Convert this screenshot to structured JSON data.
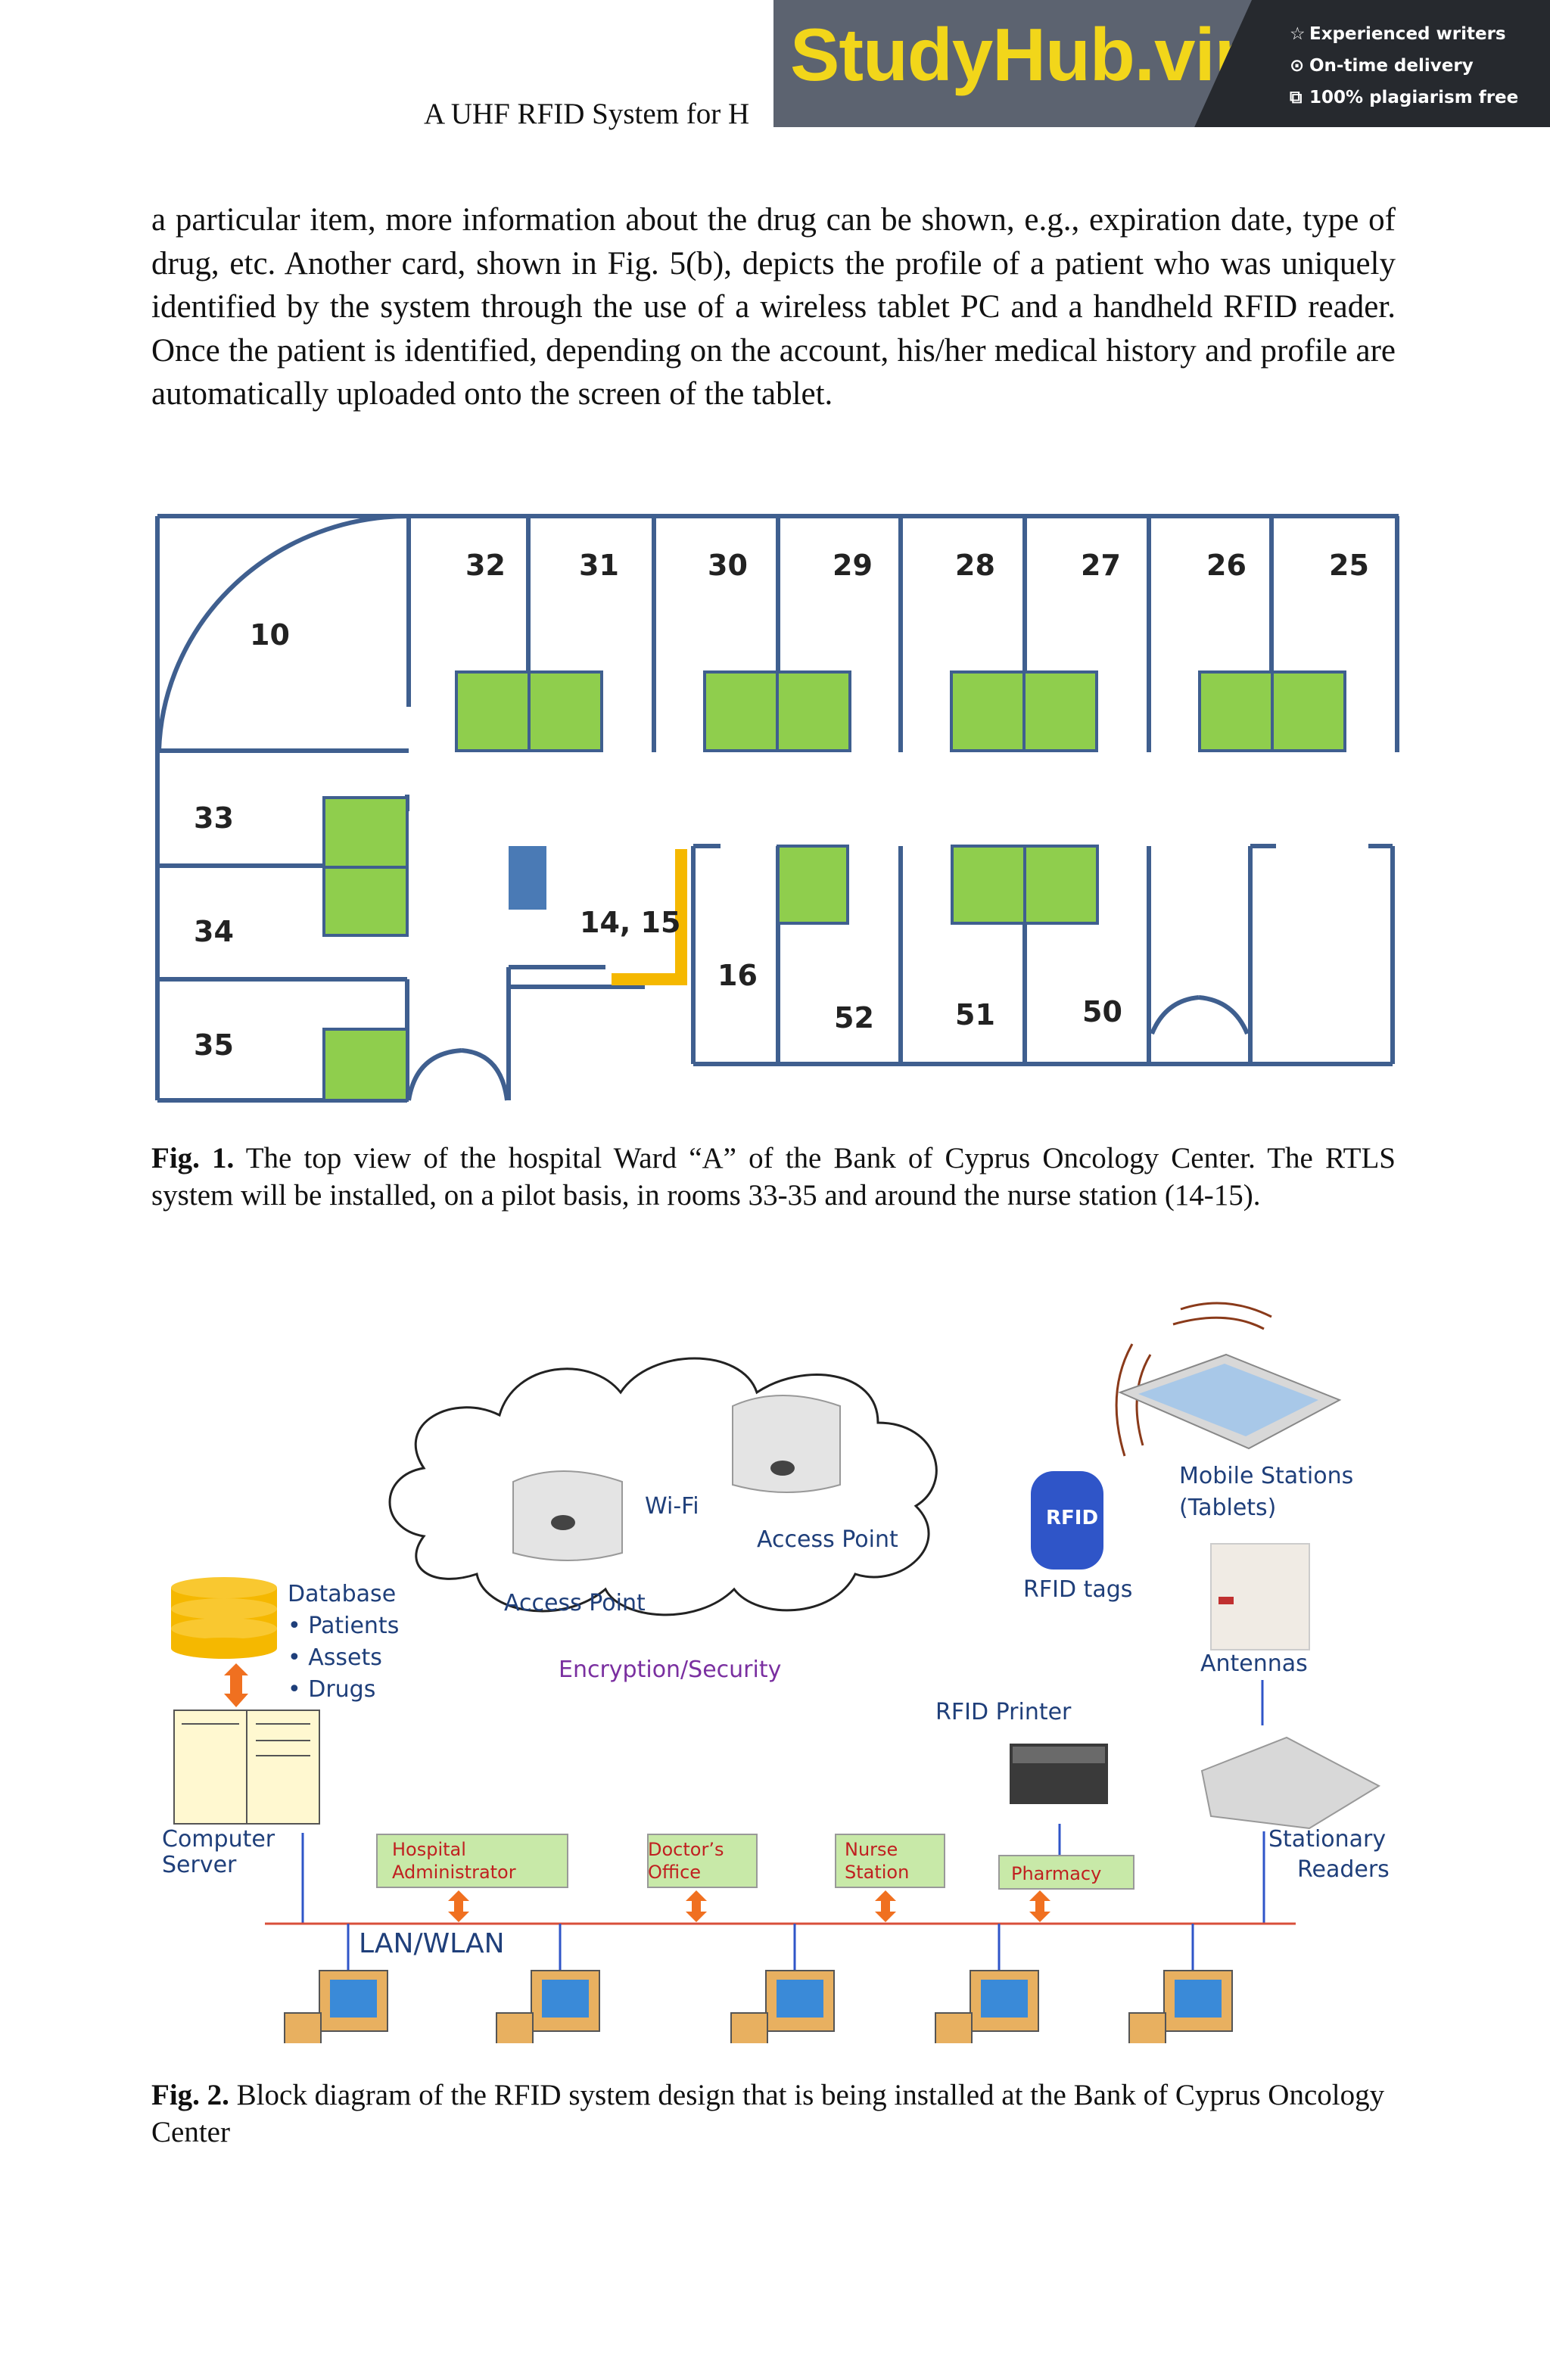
{
  "running_head": "A UHF RFID System for H",
  "banner": {
    "logo": "StudyHub.vip",
    "features": [
      {
        "icon": "star-icon",
        "glyph": "☆",
        "label": "Experienced writers"
      },
      {
        "icon": "clock-icon",
        "glyph": "⊙",
        "label": "On-time delivery"
      },
      {
        "icon": "document-icon",
        "glyph": "⧉",
        "label": "100% plagiarism free"
      }
    ]
  },
  "paragraph": "a particular item, more information about the drug can be shown, e.g., expiration date, type of drug, etc. Another card, shown in Fig. 5(b), depicts the profile of a patient who was uniquely identified by the system through the use of a wireless tablet PC and a handheld RFID reader. Once the patient is identified, depending on the account, his/her medical history and profile are automatically uploaded onto the screen of the tablet.",
  "figure1": {
    "rooms": {
      "r10": "10",
      "r32": "32",
      "r31": "31",
      "r30": "30",
      "r29": "29",
      "r28": "28",
      "r27": "27",
      "r26": "26",
      "r25": "25",
      "r33": "33",
      "r34": "34",
      "r35": "35",
      "r1415": "14, 15",
      "r16": "16",
      "r52": "52",
      "r51": "51",
      "r50": "50"
    },
    "caption_label": "Fig. 1.",
    "caption_text": " The top view of the hospital Ward “A” of the Bank of Cyprus Oncology Center. The RTLS system will be installed, on a pilot basis, in rooms 33-35 and around the nurse station (14-15)."
  },
  "figure2": {
    "wifi": "Wi-Fi",
    "access_point_1": "Access Point",
    "access_point_2": "Access Point",
    "encryption": "Encryption/Security",
    "database": "Database",
    "db_items": [
      "• Patients",
      "• Assets",
      "• Drugs"
    ],
    "server_line1": "Computer",
    "server_line2": "Server",
    "mobile_line1": "Mobile Stations",
    "mobile_line2": "(Tablets)",
    "rfid_badge": "RFID",
    "rfid_tags": "RFID tags",
    "antennas": "Antennas",
    "rfid_printer": "RFID Printer",
    "stationary_line1": "Stationary",
    "stationary_line2": "Readers",
    "box_hospital_1": "Hospital",
    "box_hospital_2": "Administrator",
    "box_doctor_1": "Doctor’s",
    "box_doctor_2": "Office",
    "box_nurse_1": "Nurse",
    "box_nurse_2": "Station",
    "box_pharmacy": "Pharmacy",
    "lan": "LAN/WLAN",
    "caption_label": "Fig. 2.",
    "caption_text": " Block diagram of the RFID system design that is being installed at the Bank of Cyprus Oncology Center"
  },
  "colors": {
    "wall": "#3f5f8f",
    "room_box": "#8fce4d",
    "nurse_bar": "#f5b800",
    "blue_block": "#4a7ab5",
    "network_line": "#d94f3a",
    "accent_orange": "#f07020",
    "label_blue": "#1f3f7a",
    "box_text": "#c02020"
  }
}
